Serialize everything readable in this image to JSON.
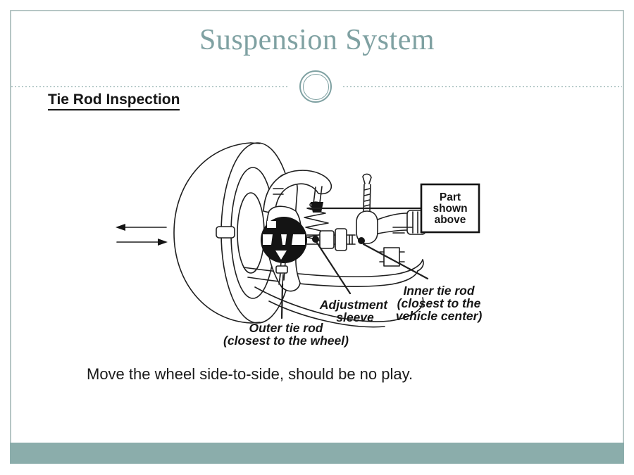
{
  "theme": {
    "accent": "#7fa1a2",
    "border": "#b6c6c5",
    "bar": "#8badab",
    "dots": "#b8cbca",
    "ink": "#161616"
  },
  "slide": {
    "title": "Suspension System",
    "heading": "Tie Rod Inspection",
    "caption": "Move the wheel side-to-side, should be no play."
  },
  "diagram": {
    "part_box": {
      "lines": [
        "Part",
        "shown",
        "above"
      ]
    },
    "labels": {
      "adjustment": {
        "lines": [
          "Adjustment",
          "sleeve"
        ]
      },
      "inner_tie_rod": {
        "lines": [
          "Inner tie rod",
          "(closest to the",
          "vehicle center)"
        ]
      },
      "outer_tie_rod": {
        "lines": [
          "Outer tie rod",
          "(closest to the wheel)"
        ]
      }
    },
    "icons": {
      "left_arrow": "left-arrow-icon",
      "right_arrow": "right-arrow-icon",
      "divider_circle": "circle-ornament-icon"
    }
  }
}
